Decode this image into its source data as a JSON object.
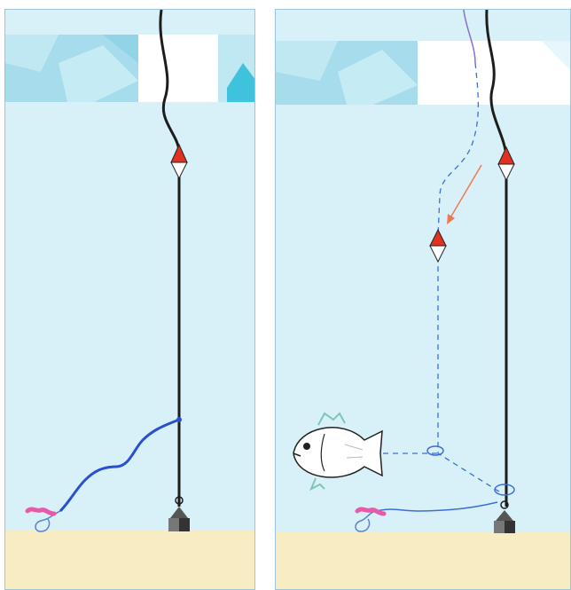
{
  "colors": {
    "water": "#d8f1f8",
    "surface_band": "#a6dcec",
    "sand": "#f7ecc2",
    "main_line": "#1d1d1d",
    "leader_line": "#2a4fd0",
    "float_red": "#e0321e",
    "dashed_line": "#3b6fd6",
    "arrow": "#f07850",
    "bait_worm": "#e85aa8",
    "fish_fin": "#7fc7b5"
  },
  "panels": [
    {
      "name": "panel-left",
      "elements": [
        "main-line",
        "float",
        "leader-line",
        "hook",
        "bait-worm",
        "sinker",
        "sandy-bottom"
      ]
    },
    {
      "name": "panel-right",
      "elements": [
        "main-line",
        "float",
        "dashed-line-previous-position",
        "displaced-float",
        "movement-arrow",
        "fish",
        "hook",
        "bait-worm",
        "sinker",
        "sandy-bottom"
      ]
    }
  ]
}
